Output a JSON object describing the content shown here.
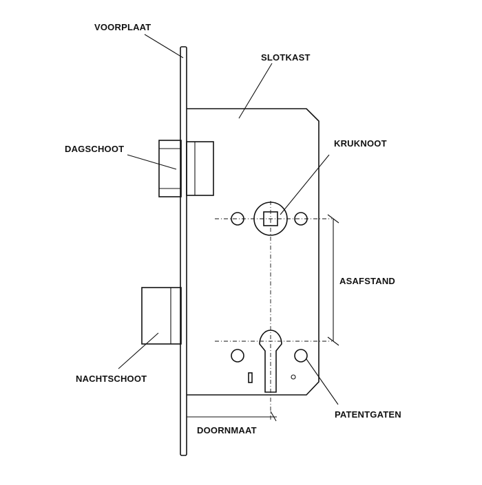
{
  "labels": {
    "voorplaat": "VOORPLAAT",
    "slotkast": "SLOTKAST",
    "dagschoot": "DAGSCHOOT",
    "kruknoot": "KRUKNOOT",
    "asafstand": "ASAFSTAND",
    "nachtschoot": "NACHTSCHOOT",
    "patentgaten": "PATENTGATEN",
    "doornmaat": "DOORNMAAT"
  },
  "colors": {
    "line": "#111111",
    "background": "#ffffff"
  }
}
